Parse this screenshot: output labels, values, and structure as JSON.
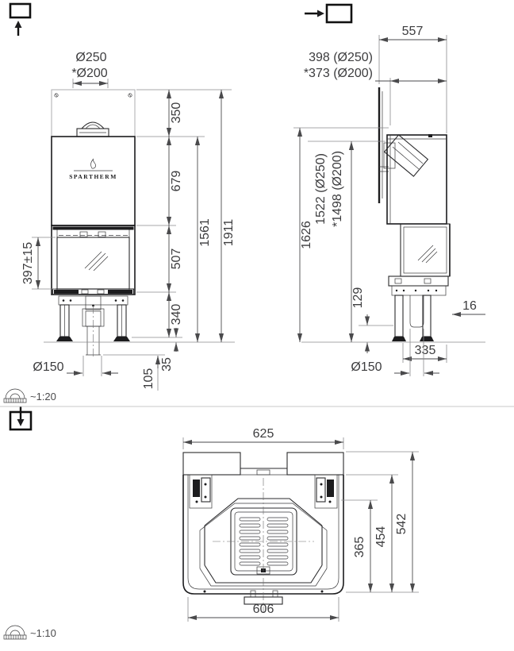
{
  "document": {
    "type": "technical-drawing",
    "subject": "fireplace insert, three orthographic views with dimensions (mm)"
  },
  "brand": {
    "logo_text": "SPARTHERM"
  },
  "colors": {
    "line": "#1c1c1e",
    "dim_text": "#3c3c3e",
    "light_line": "#b4b4b6",
    "background": "#ffffff"
  },
  "scales": {
    "front_side": "~1:20",
    "top": "~1:10"
  },
  "icons": {
    "front_view_direction": "square-with-up-arrow-icon",
    "side_view_direction": "right-arrow-into-square-icon",
    "top_view_direction": "down-arrow-into-square-icon",
    "scale_indicator": "protractor-icon"
  },
  "front_view": {
    "flue_dia_primary": "Ø250",
    "flue_dia_alt": "*Ø200",
    "top_section": "350",
    "body_section": "679",
    "door_section": "507",
    "base_section": "340",
    "height_to_body_top": "1561",
    "total_height": "1911",
    "glass_height": "397±15",
    "air_intake_dia": "Ø150",
    "foot_height": "35",
    "intake_stub_length": "105"
  },
  "side_view": {
    "depth": "557",
    "flue_front_offset_primary": "398 (Ø250)",
    "flue_front_offset_alt": "*373 (Ø200)",
    "total_height": "1626",
    "flue_axis_height_primary": "1522 (Ø250)",
    "flue_axis_height_alt": "*1498 (Ø200)",
    "base_clearance": "129",
    "frame_offset": "16",
    "leg_spacing": "335",
    "air_intake_dia": "Ø150"
  },
  "top_view": {
    "overall_width": "625",
    "front_width": "606",
    "overall_depth": "542",
    "mid_depth": "454",
    "inner_depth": "365"
  }
}
